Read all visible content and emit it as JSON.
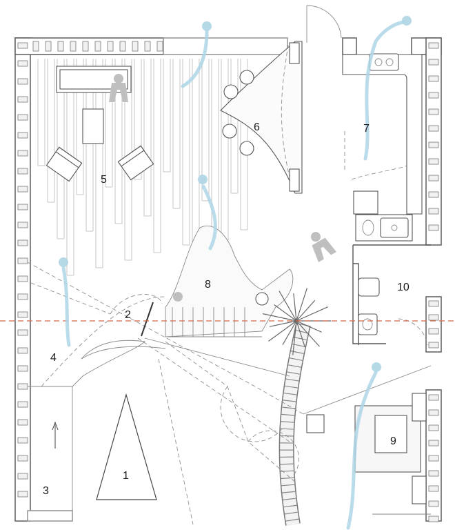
{
  "plan": {
    "room_labels": [
      {
        "id": "1",
        "text": "1"
      },
      {
        "id": "2",
        "text": "2"
      },
      {
        "id": "3",
        "text": "3"
      },
      {
        "id": "4",
        "text": "4"
      },
      {
        "id": "5",
        "text": "5"
      },
      {
        "id": "6",
        "text": "6"
      },
      {
        "id": "7",
        "text": "7"
      },
      {
        "id": "8",
        "text": "8"
      },
      {
        "id": "9",
        "text": "9"
      },
      {
        "id": "10",
        "text": "10"
      }
    ],
    "colors": {
      "airflow": "#aed5e6",
      "section_line": "#d46a4a",
      "walls": "#666666",
      "people": "#bfbfbf"
    }
  }
}
